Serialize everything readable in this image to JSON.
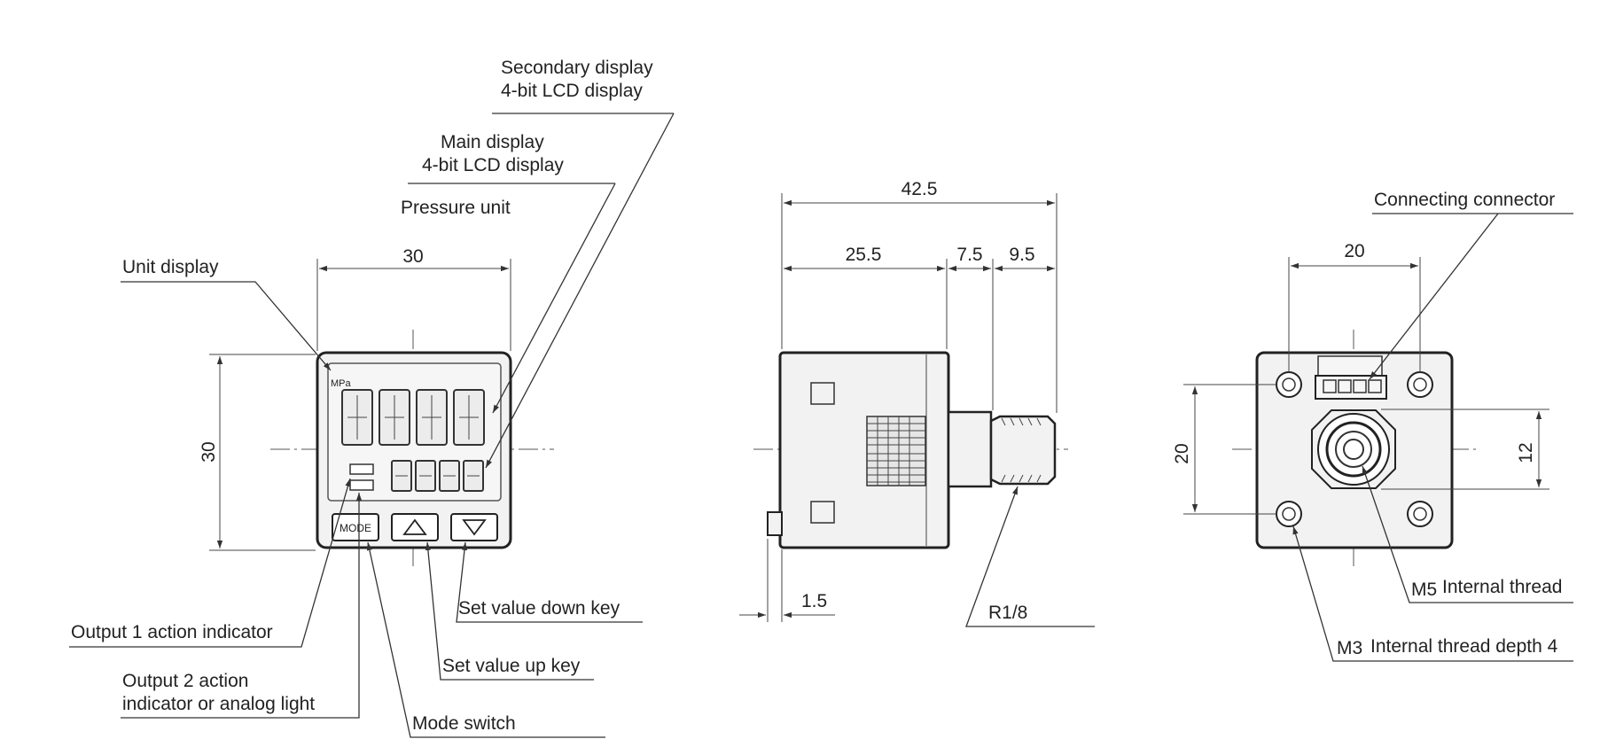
{
  "front_view": {
    "labels": {
      "secondary_display_line1": "Secondary display",
      "secondary_display_line2": "4-bit LCD display",
      "main_display_line1": "Main display",
      "main_display_line2": "4-bit LCD display",
      "pressure_unit": "Pressure unit",
      "unit_display": "Unit display",
      "output1": "Output 1 action indicator",
      "output2_line1": "Output 2 action",
      "output2_line2": "indicator or analog light",
      "mode_switch": "Mode switch",
      "set_up_key": "Set value up key",
      "set_down_key": "Set value down key"
    },
    "unit_text": "MPa",
    "mode_key_text": "MODE",
    "dimensions": {
      "width": "30",
      "height": "30"
    }
  },
  "side_view": {
    "dimensions": {
      "total": "42.5",
      "body": "25.5",
      "neck": "7.5",
      "fitting": "9.5",
      "flange": "1.5"
    },
    "thread_label": "R1/8"
  },
  "rear_view": {
    "labels": {
      "connector": "Connecting connector",
      "m5_prefix": "M5",
      "m5_text": "Internal thread",
      "m3_prefix": "M3",
      "m3_text": "Internal thread depth 4"
    },
    "dimensions": {
      "hole_pitch_h": "20",
      "hole_pitch_v": "20",
      "port_height": "12"
    }
  },
  "colors": {
    "line": "#333333",
    "body_fill": "#f2f2f2",
    "text": "#222222"
  }
}
